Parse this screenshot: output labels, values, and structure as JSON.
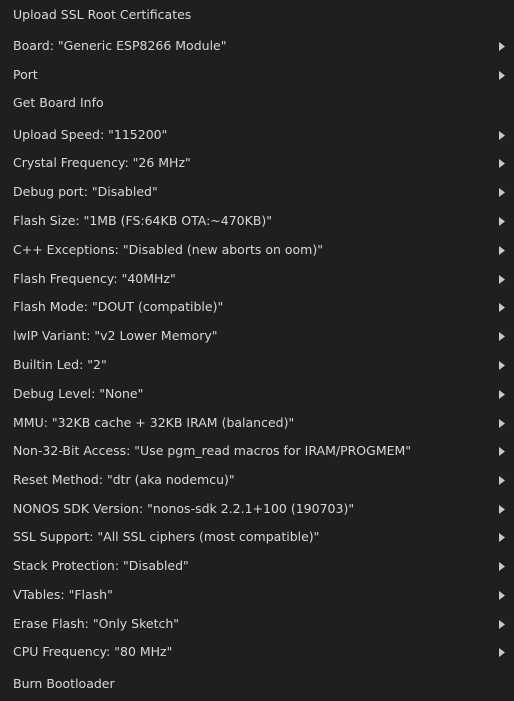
{
  "menu": {
    "items": [
      {
        "label": "Upload SSL Root Certificates",
        "submenu": false
      },
      {
        "label": "Board: \"Generic ESP8266 Module\"",
        "submenu": true
      },
      {
        "label": "Port",
        "submenu": true
      },
      {
        "label": "Get Board Info",
        "submenu": false
      },
      {
        "label": "Upload Speed: \"115200\"",
        "submenu": true
      },
      {
        "label": "Crystal Frequency: \"26 MHz\"",
        "submenu": true
      },
      {
        "label": "Debug port: \"Disabled\"",
        "submenu": true
      },
      {
        "label": "Flash Size: \"1MB (FS:64KB OTA:~470KB)\"",
        "submenu": true
      },
      {
        "label": "C++ Exceptions: \"Disabled (new aborts on oom)\"",
        "submenu": true
      },
      {
        "label": "Flash Frequency: \"40MHz\"",
        "submenu": true
      },
      {
        "label": "Flash Mode: \"DOUT (compatible)\"",
        "submenu": true
      },
      {
        "label": "lwIP Variant: \"v2 Lower Memory\"",
        "submenu": true
      },
      {
        "label": "Builtin Led: \"2\"",
        "submenu": true
      },
      {
        "label": "Debug Level: \"None\"",
        "submenu": true
      },
      {
        "label": "MMU: \"32KB cache + 32KB IRAM (balanced)\"",
        "submenu": true
      },
      {
        "label": "Non-32-Bit Access: \"Use pgm_read macros for IRAM/PROGMEM\"",
        "submenu": true
      },
      {
        "label": "Reset Method: \"dtr (aka nodemcu)\"",
        "submenu": true
      },
      {
        "label": "NONOS SDK Version: \"nonos-sdk 2.2.1+100 (190703)\"",
        "submenu": true
      },
      {
        "label": "SSL Support: \"All SSL ciphers (most compatible)\"",
        "submenu": true
      },
      {
        "label": "Stack Protection: \"Disabled\"",
        "submenu": true
      },
      {
        "label": "VTables: \"Flash\"",
        "submenu": true
      },
      {
        "label": "Erase Flash: \"Only Sketch\"",
        "submenu": true
      },
      {
        "label": "CPU Frequency: \"80 MHz\"",
        "submenu": true
      },
      {
        "label": "Burn Bootloader",
        "submenu": false
      }
    ]
  },
  "colors": {
    "background": "#1f1f1f",
    "text": "#d8d8d8",
    "arrow": "#c8c8c8"
  },
  "icons": {
    "submenu": "chevron-right-icon"
  }
}
